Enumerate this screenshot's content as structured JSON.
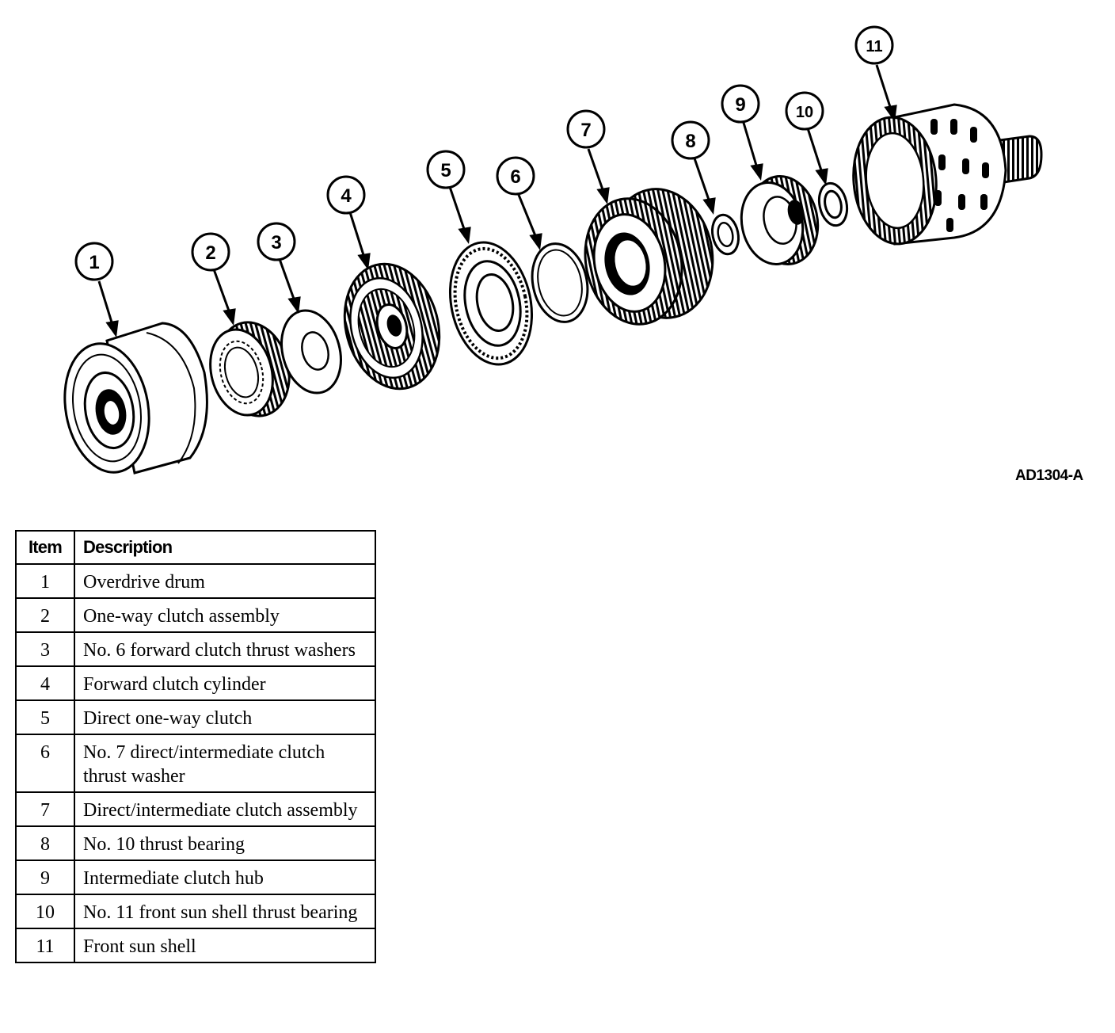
{
  "callouts": [
    "1",
    "2",
    "3",
    "4",
    "5",
    "6",
    "7",
    "8",
    "9",
    "10",
    "11"
  ],
  "figure_id": "AD1304-A",
  "table": {
    "headers": {
      "item": "Item",
      "description": "Description"
    },
    "rows": [
      {
        "item": "1",
        "description": "Overdrive drum"
      },
      {
        "item": "2",
        "description": "One-way clutch assembly"
      },
      {
        "item": "3",
        "description": "No. 6 forward clutch thrust washers"
      },
      {
        "item": "4",
        "description": "Forward clutch cylinder"
      },
      {
        "item": "5",
        "description": "Direct one-way clutch"
      },
      {
        "item": "6",
        "description": "No. 7 direct/intermediate clutch thrust washer"
      },
      {
        "item": "7",
        "description": "Direct/intermediate clutch assembly"
      },
      {
        "item": "8",
        "description": "No. 10 thrust bearing"
      },
      {
        "item": "9",
        "description": "Intermediate clutch hub"
      },
      {
        "item": "10",
        "description": "No. 11 front sun shell thrust bearing"
      },
      {
        "item": "11",
        "description": "Front sun shell"
      }
    ]
  }
}
